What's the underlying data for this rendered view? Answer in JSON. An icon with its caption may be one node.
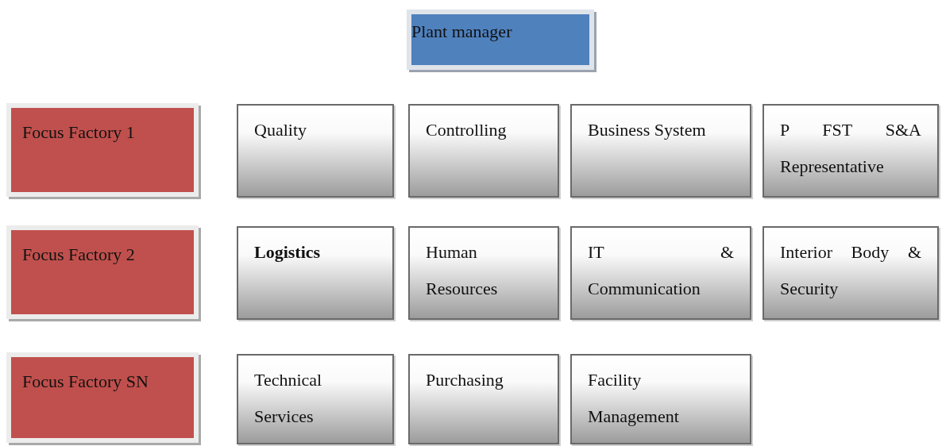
{
  "diagram": {
    "nodes": [
      {
        "text": [
          "Plant manager"
        ]
      },
      {
        "text": [
          "Focus Factory 1"
        ]
      },
      {
        "text": [
          "Quality"
        ]
      },
      {
        "text": [
          "Controlling"
        ]
      },
      {
        "text": [
          "Business System"
        ]
      },
      {
        "text": [
          "P FST S&A Representative"
        ]
      },
      {
        "text": [
          "Focus Factory 2"
        ]
      },
      {
        "text": [
          "Logistics"
        ]
      },
      {
        "text": [
          "Human Resources"
        ]
      },
      {
        "text": [
          "IT & Communication"
        ]
      },
      {
        "text": [
          "Interior Body & Security"
        ]
      },
      {
        "text": [
          "Focus Factory SN"
        ]
      },
      {
        "text": [
          "Technical Services"
        ]
      },
      {
        "text": [
          "Purchasing"
        ]
      },
      {
        "text": [
          "Facility Management"
        ]
      }
    ],
    "edges": []
  }
}
